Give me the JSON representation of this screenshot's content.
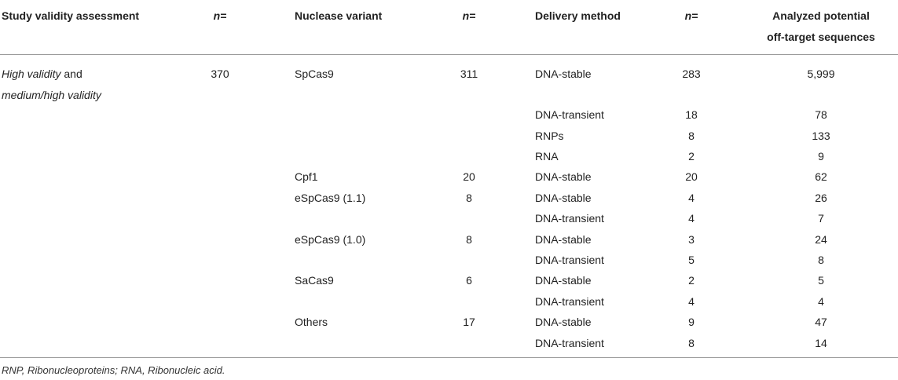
{
  "header": {
    "col1": "Study validity assessment",
    "col2": "n=",
    "col3": "Nuclease variant",
    "col4": "n=",
    "col5": "Delivery method",
    "col6": "n=",
    "col7_line1": "Analyzed potential",
    "col7_line2": "off-target sequences"
  },
  "study": {
    "line1_italic": "High validity",
    "line1_rest": " and",
    "line2_italic": "medium/high validity",
    "n": "370"
  },
  "rows": [
    {
      "nuclease": "SpCas9",
      "nuclease_n": "311",
      "delivery": "DNA-stable",
      "delivery_n": "283",
      "sequences": "5,999"
    },
    {
      "nuclease": "",
      "nuclease_n": "",
      "delivery": "DNA-transient",
      "delivery_n": "18",
      "sequences": "78"
    },
    {
      "nuclease": "",
      "nuclease_n": "",
      "delivery": "RNPs",
      "delivery_n": "8",
      "sequences": "133"
    },
    {
      "nuclease": "",
      "nuclease_n": "",
      "delivery": "RNA",
      "delivery_n": "2",
      "sequences": "9"
    },
    {
      "nuclease": "Cpf1",
      "nuclease_n": "20",
      "delivery": "DNA-stable",
      "delivery_n": "20",
      "sequences": "62"
    },
    {
      "nuclease": "eSpCas9 (1.1)",
      "nuclease_n": "8",
      "delivery": "DNA-stable",
      "delivery_n": "4",
      "sequences": "26"
    },
    {
      "nuclease": "",
      "nuclease_n": "",
      "delivery": "DNA-transient",
      "delivery_n": "4",
      "sequences": "7"
    },
    {
      "nuclease": "eSpCas9 (1.0)",
      "nuclease_n": "8",
      "delivery": "DNA-stable",
      "delivery_n": "3",
      "sequences": "24"
    },
    {
      "nuclease": "",
      "nuclease_n": "",
      "delivery": "DNA-transient",
      "delivery_n": "5",
      "sequences": "8"
    },
    {
      "nuclease": "SaCas9",
      "nuclease_n": "6",
      "delivery": "DNA-stable",
      "delivery_n": "2",
      "sequences": "5"
    },
    {
      "nuclease": "",
      "nuclease_n": "",
      "delivery": "DNA-transient",
      "delivery_n": "4",
      "sequences": "4"
    },
    {
      "nuclease": "Others",
      "nuclease_n": "17",
      "delivery": "DNA-stable",
      "delivery_n": "9",
      "sequences": "47"
    },
    {
      "nuclease": "",
      "nuclease_n": "",
      "delivery": "DNA-transient",
      "delivery_n": "8",
      "sequences": "14"
    }
  ],
  "footnote": "RNP, Ribonucleoproteins; RNA, Ribonucleic acid."
}
